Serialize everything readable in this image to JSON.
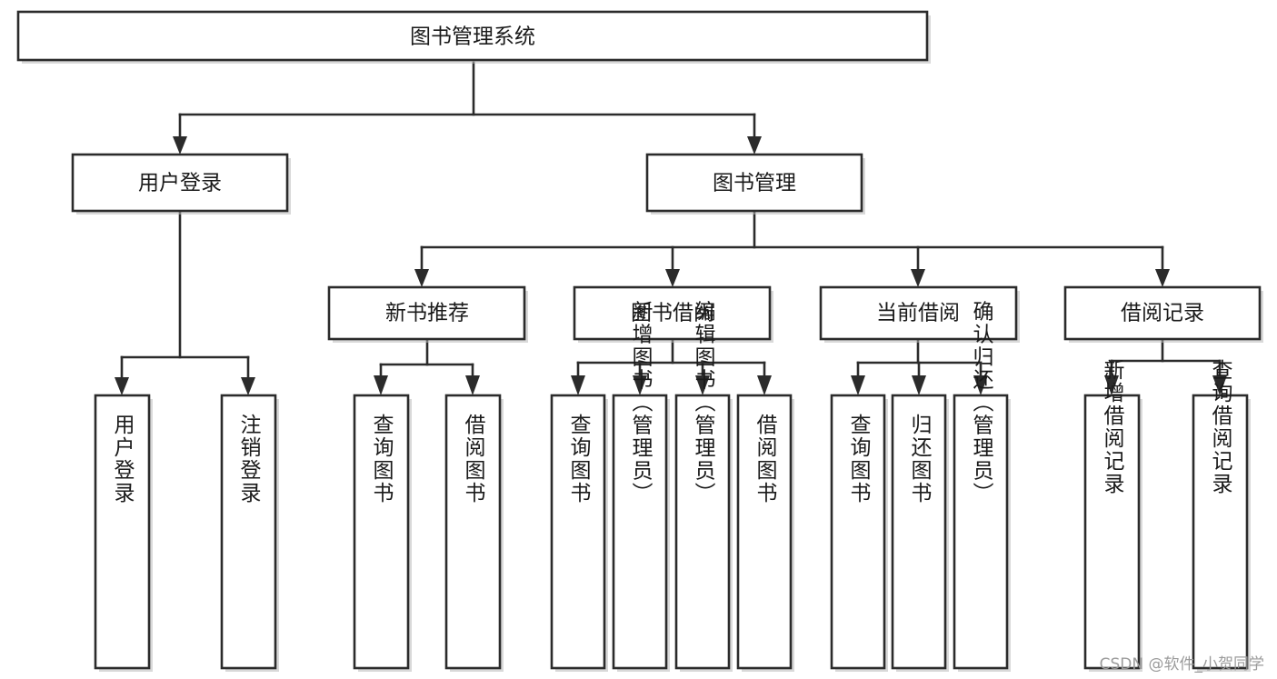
{
  "diagram": {
    "type": "tree",
    "title": "图书管理系统",
    "orientation": "top-down",
    "colors": {
      "stroke": "#2b2b2b",
      "fill": "#ffffff",
      "text": "#1a1a1a",
      "shadow": "#b9b9b9",
      "watermark": "#9b9b9b"
    },
    "nodes": {
      "root": {
        "label": "图书管理系统",
        "level": 1,
        "orient": "horizontal"
      },
      "l2": [
        {
          "id": "user-login",
          "label": "用户登录",
          "level": 2,
          "orient": "horizontal"
        },
        {
          "id": "book-manage",
          "label": "图书管理",
          "level": 2,
          "orient": "horizontal"
        }
      ],
      "l3": [
        {
          "id": "new-book-recommend",
          "label": "新书推荐",
          "level": 3,
          "orient": "horizontal"
        },
        {
          "id": "book-borrow",
          "label": "图书借阅",
          "level": 3,
          "orient": "horizontal"
        },
        {
          "id": "current-borrow",
          "label": "当前借阅",
          "level": 3,
          "orient": "horizontal"
        },
        {
          "id": "borrow-record",
          "label": "借阅记录",
          "level": 3,
          "orient": "horizontal"
        }
      ],
      "l4": [
        {
          "id": "leaf-user-login",
          "label": "用户登录",
          "parent": "user-login",
          "orient": "vertical"
        },
        {
          "id": "leaf-logout-login",
          "label": "注销登录",
          "parent": "user-login",
          "orient": "vertical"
        },
        {
          "id": "leaf-query-book-1",
          "label": "查询图书",
          "parent": "new-book-recommend",
          "orient": "vertical"
        },
        {
          "id": "leaf-borrow-book-1",
          "label": "借阅图书",
          "parent": "new-book-recommend",
          "orient": "vertical"
        },
        {
          "id": "leaf-query-book-2",
          "label": "查询图书",
          "parent": "book-borrow",
          "orient": "vertical"
        },
        {
          "id": "leaf-add-book",
          "label": "新增图书（管理员）",
          "parent": "book-borrow",
          "orient": "vertical"
        },
        {
          "id": "leaf-edit-book",
          "label": "编辑图书（管理员）",
          "parent": "book-borrow",
          "orient": "vertical"
        },
        {
          "id": "leaf-borrow-book-2",
          "label": "借阅图书",
          "parent": "book-borrow",
          "orient": "vertical"
        },
        {
          "id": "leaf-query-book-3",
          "label": "查询图书",
          "parent": "current-borrow",
          "orient": "vertical"
        },
        {
          "id": "leaf-return-book",
          "label": "归还图书",
          "parent": "current-borrow",
          "orient": "vertical"
        },
        {
          "id": "leaf-confirm-return",
          "label": "确认归还（管理员）",
          "parent": "current-borrow",
          "orient": "vertical"
        },
        {
          "id": "leaf-add-record",
          "label": "新增借阅记录",
          "parent": "borrow-record",
          "orient": "vertical"
        },
        {
          "id": "leaf-query-record",
          "label": "查询借阅记录",
          "parent": "borrow-record",
          "orient": "vertical"
        }
      ]
    }
  },
  "watermark": {
    "text": "CSDN @软件_小贺同学"
  }
}
